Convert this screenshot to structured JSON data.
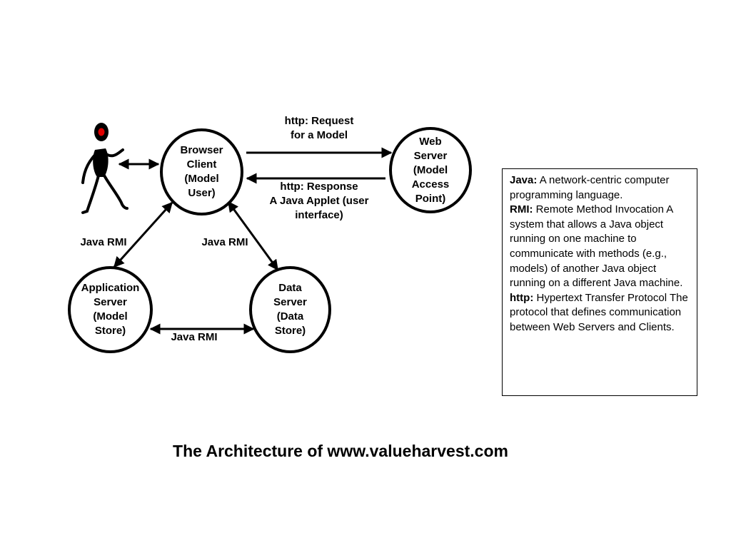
{
  "nodes": {
    "browser": "Browser\nClient\n(Model\nUser)",
    "web": "Web\nServer\n(Model\nAccess\nPoint)",
    "app": "Application\nServer\n(Model\nStore)",
    "data": "Data\nServer\n(Data\nStore)"
  },
  "edges": {
    "request": "http: Request\nfor a Model",
    "response": "http: Response\nA Java Applet (user\ninterface)",
    "rmi_left": "Java RMI",
    "rmi_right": "Java RMI",
    "rmi_bottom": "Java RMI"
  },
  "legend": [
    {
      "term": "Java:",
      "text": "  A network-centric computer programming language."
    },
    {
      "term": "RMI:",
      "text": " Remote Method Invocation A system that allows a Java object running on one machine to communicate with methods (e.g., models) of another Java object running on a different Java machine."
    },
    {
      "term": "http:",
      "text": " Hypertext Transfer Protocol The protocol that defines communication between Web Servers and Clients."
    }
  ],
  "title": "The Architecture of www.valueharvest.com",
  "colors": {
    "stroke": "#000000",
    "head": "#e00000"
  }
}
